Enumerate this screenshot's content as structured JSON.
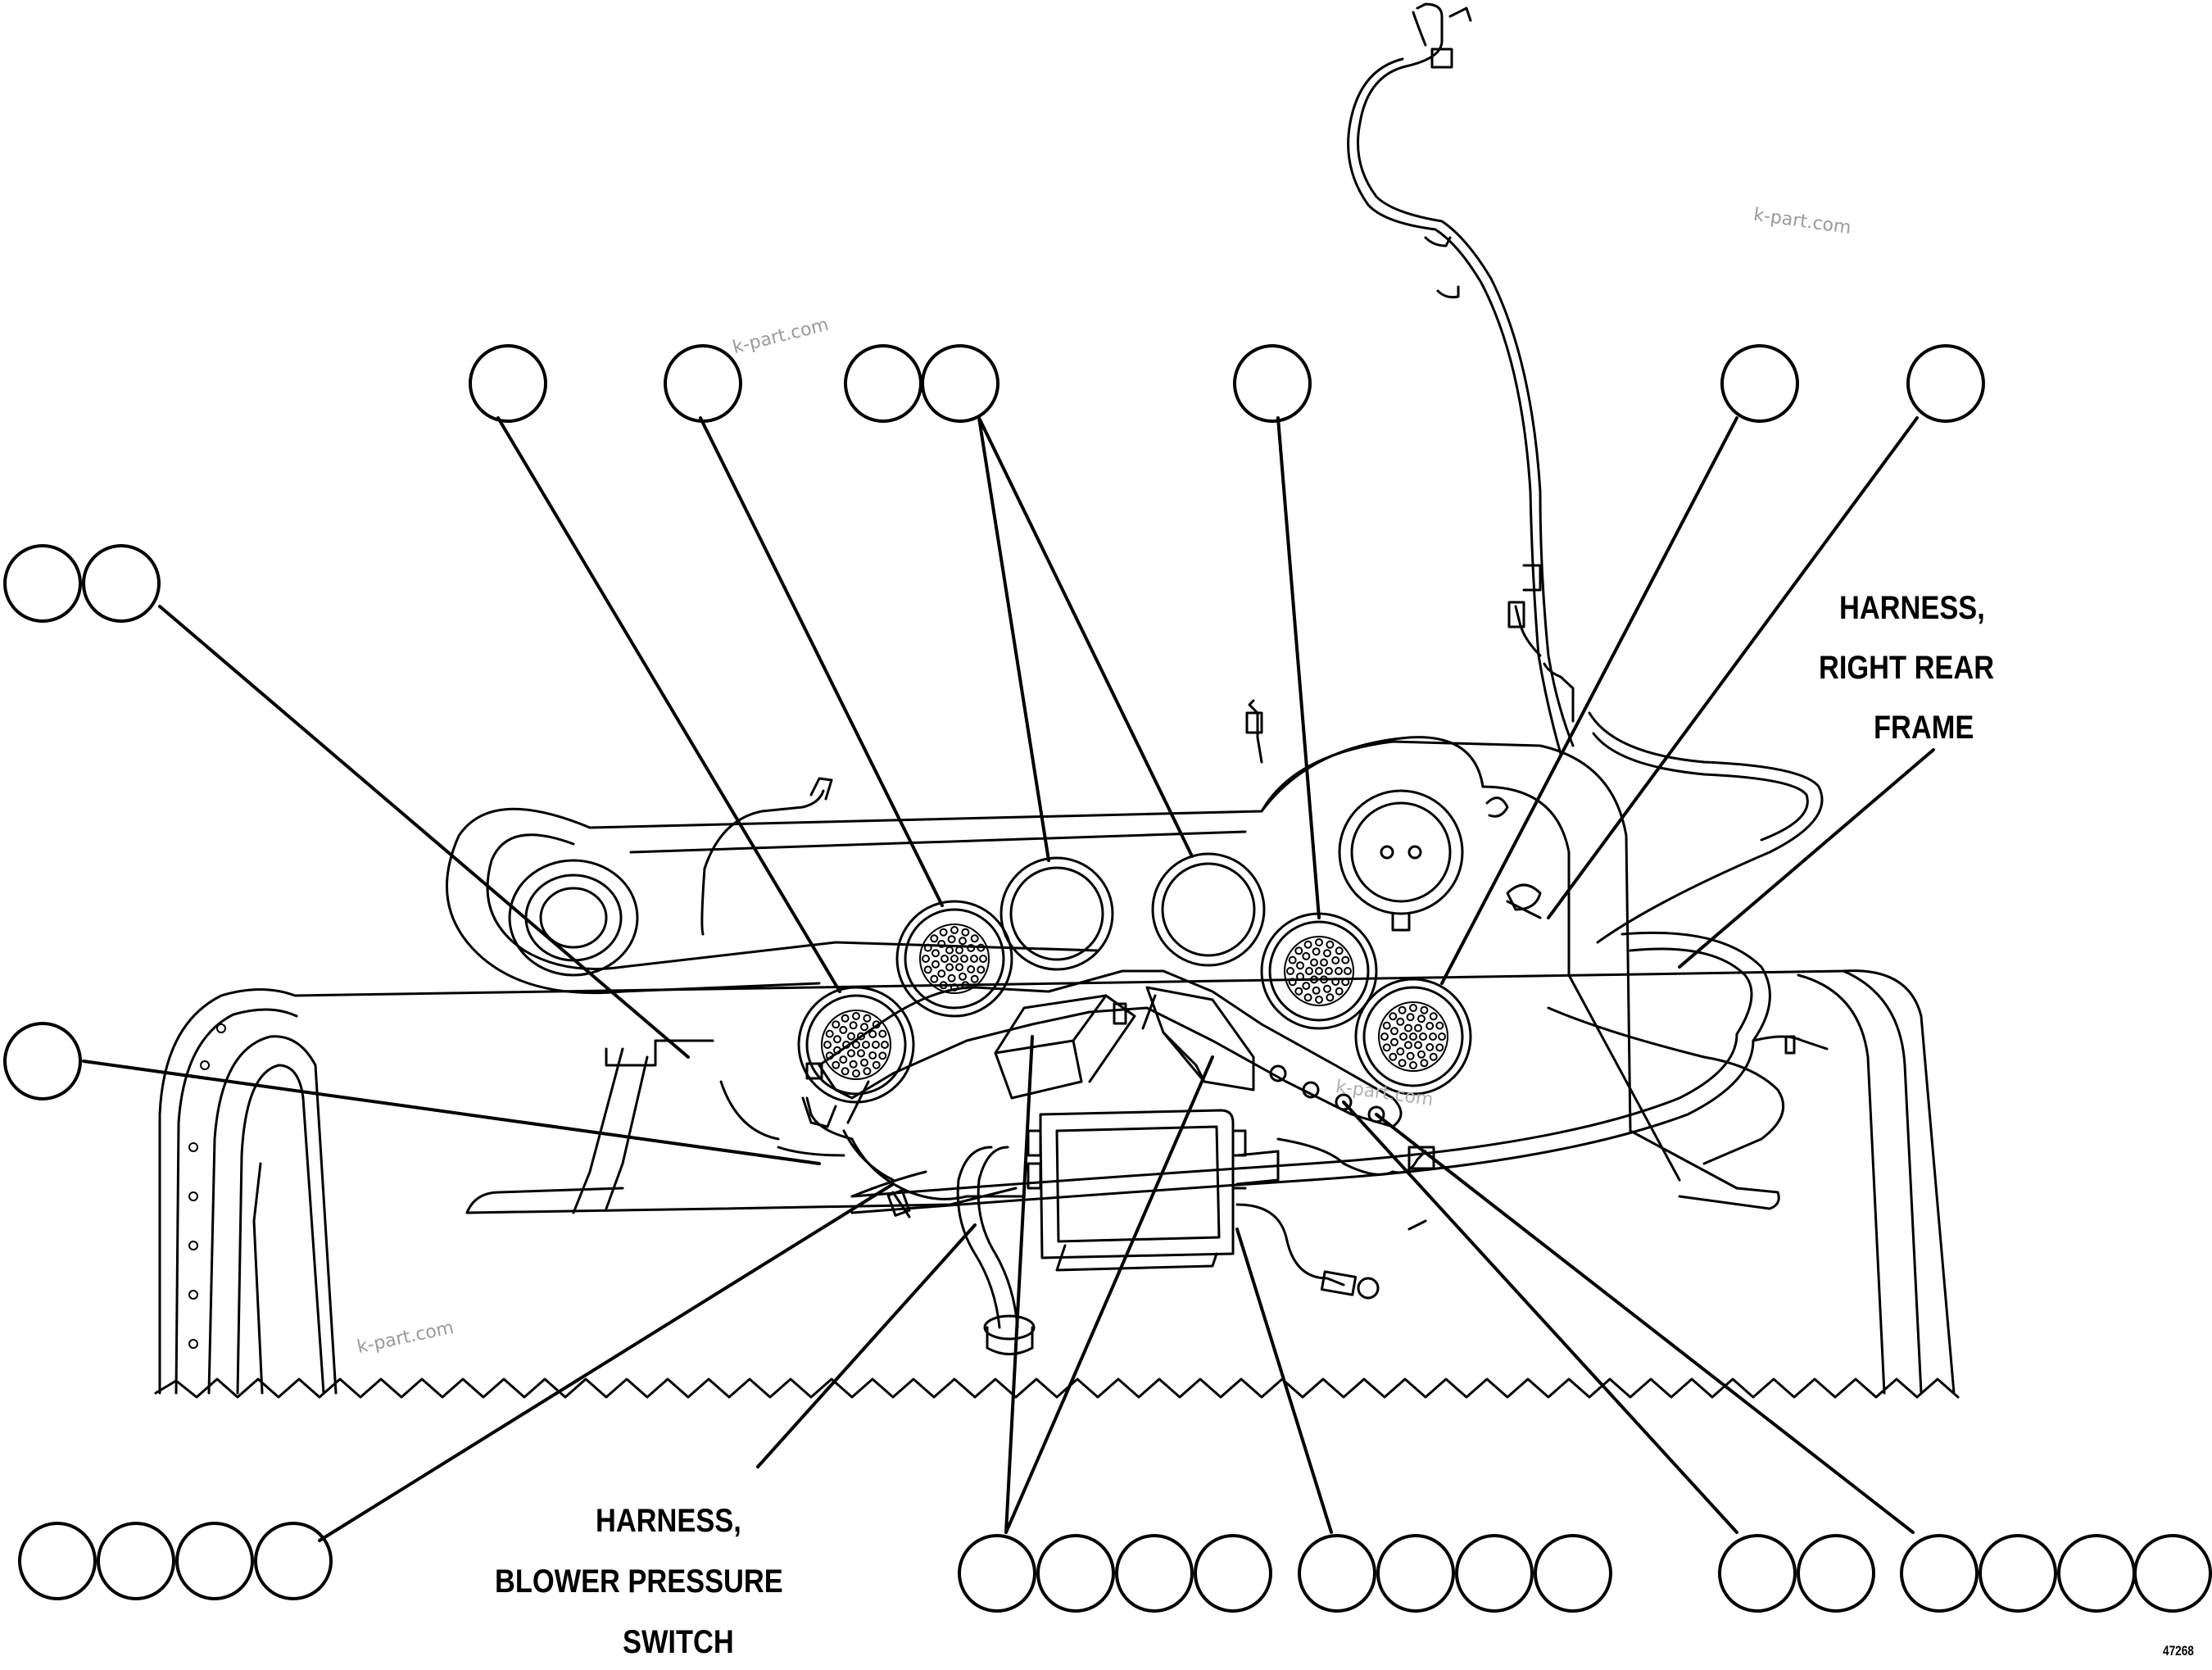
{
  "labels": {
    "right_rear": [
      "HARNESS,",
      "RIGHT REAR",
      "FRAME"
    ],
    "blower": [
      "HARNESS,",
      "BLOWER PRESSURE",
      "SWITCH"
    ]
  },
  "watermark": "k-part.com",
  "figure_number": "47268",
  "colors": {
    "line": "#000000",
    "watermark": "#9a9a9a",
    "background": "#ffffff"
  }
}
